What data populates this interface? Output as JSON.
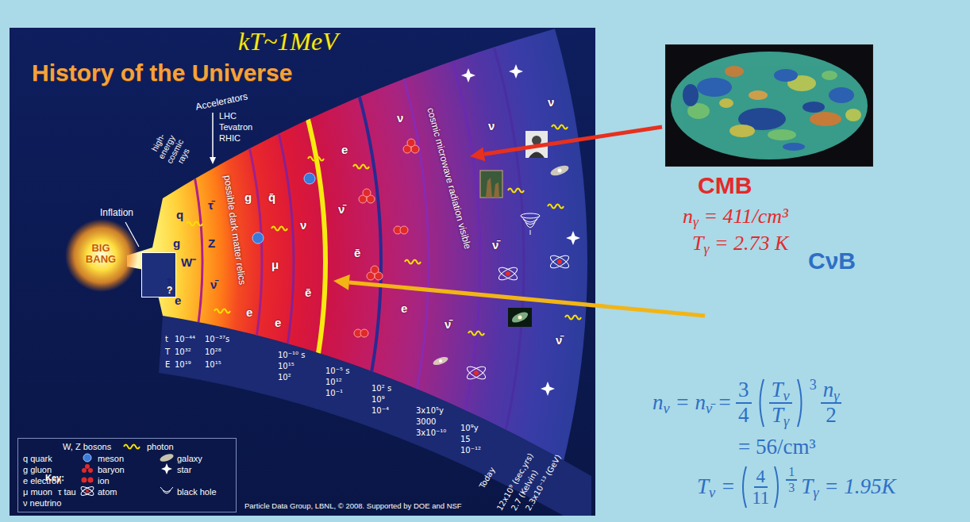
{
  "diagram": {
    "nodes": [
      {
        "text": [
          "History of the Universe"
        ]
      },
      {
        "text": [
          "?"
        ],
        "in": 0
      },
      {
        "text": [
          "Key:"
        ],
        "in": 0
      },
      {
        "text": [
          "CMB"
        ]
      }
    ],
    "labels": [
      "kT~1MeV",
      "Accelerators",
      "LHC",
      "Tevatron",
      "RHIC",
      "high-energy cosmic rays",
      "Inflation",
      "BIG BANG",
      "possible dark matter relics",
      "cosmic microwave radiation visible",
      "q",
      "g",
      "W⁻",
      "τ",
      "e",
      "τ̄",
      "Z",
      "ν̄",
      "g",
      "e",
      "q̄",
      "μ",
      "e",
      "ν",
      "ē",
      "e",
      "ν̄",
      "ē",
      "ν",
      "e",
      "ν̄",
      "ν",
      "ν̄",
      "ν",
      "ν̄",
      "t",
      "10⁻⁴⁴",
      "10⁻³⁷s",
      "T",
      "10³²",
      "10²⁸",
      "E",
      "10¹⁹",
      "10¹⁵",
      "10⁻¹⁰ s",
      "10¹⁵",
      "10²",
      "10⁻⁵ s",
      "10¹²",
      "10⁻¹",
      "10² s",
      "10⁹",
      "10⁻⁴",
      "3x10⁵y",
      "3000",
      "3x10⁻¹⁰",
      "10⁹y",
      "15",
      "10⁻¹²",
      "Today",
      "12x10⁹ (sec,yrs)",
      "2.7 (Kelvin)",
      "2.3x10⁻¹³ (GeV)",
      "Particle Data Group, LBNL, © 2008. Supported by DOE and NSF",
      "nγ = 411/cm³",
      "Tγ = 2.73 K",
      "CνB",
      "nν = nν̄ =",
      "3",
      "4",
      "Tν",
      "Tγ",
      "3",
      "nγ",
      "2",
      "= 56/cm³",
      "Tν =",
      "4",
      "11",
      "1",
      "3",
      "Tγ = 1.95K"
    ],
    "legend": [
      {
        "text": "W, Z bosons"
      },
      {
        "text": "photon"
      },
      {
        "text": "q quark"
      },
      {
        "text": "meson"
      },
      {
        "text": "galaxy"
      },
      {
        "text": "g gluon"
      },
      {
        "text": "baryon"
      },
      {
        "text": "star"
      },
      {
        "text": "e electron"
      },
      {
        "text": "ion"
      },
      {
        "text": "μ muon"
      },
      {
        "text": "τ tau"
      },
      {
        "text": "atom"
      },
      {
        "text": "black hole"
      },
      {
        "text": "ν neutrino"
      }
    ]
  }
}
